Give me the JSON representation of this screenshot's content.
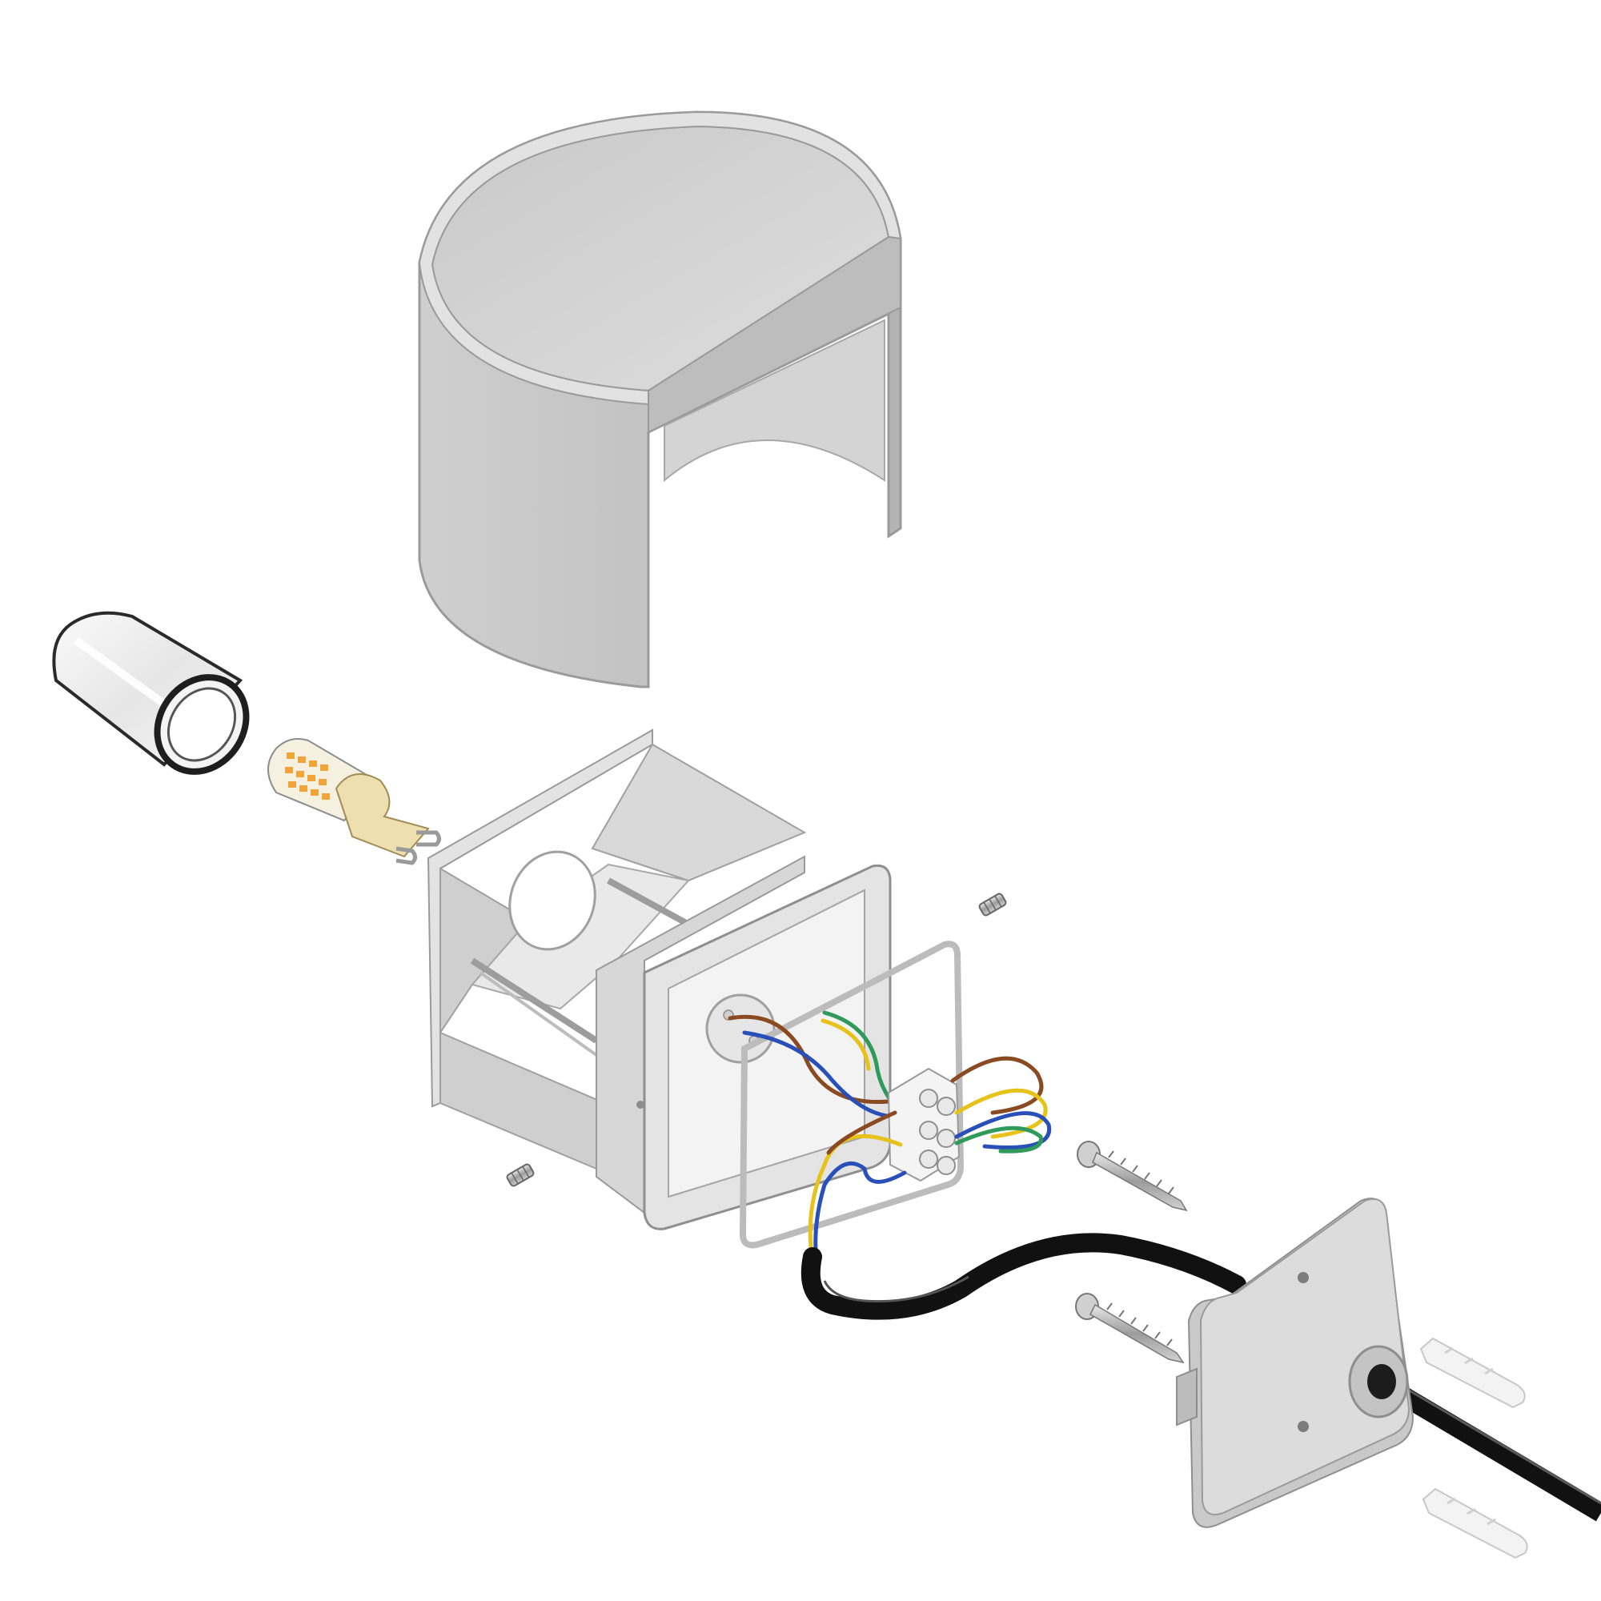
{
  "colors": {
    "background": "#ffffff",
    "housing_light": "#d6d6d6",
    "housing_mid": "#c4c4c4",
    "housing_dark": "#a9a9a9",
    "edge": "#8f8f8f",
    "cable": "#111111",
    "wire_brown": "#8a4a22",
    "wire_blue": "#2850b8",
    "wire_yellow": "#e6c21a",
    "wire_green": "#2f9a5a",
    "bulb_base": "#efe2b8",
    "led_chip": "#f0a43a",
    "metal": "#b8b8b8",
    "glass": "#f2f2f2"
  },
  "parts": [
    {
      "name": "cylindrical-shade",
      "icon": "shade-icon"
    },
    {
      "name": "glass-diffuser",
      "icon": "glass-tube-icon"
    },
    {
      "name": "g9-led-bulb",
      "icon": "bulb-icon"
    },
    {
      "name": "lamp-body",
      "icon": "housing-icon"
    },
    {
      "name": "gasket",
      "icon": "gasket-icon"
    },
    {
      "name": "terminal-block",
      "icon": "terminal-icon"
    },
    {
      "name": "grub-screws",
      "icon": "grub-screw-icon"
    },
    {
      "name": "wood-screws",
      "icon": "screw-icon"
    },
    {
      "name": "wall-plate",
      "icon": "mounting-plate-icon"
    },
    {
      "name": "wall-plugs",
      "icon": "wall-plug-icon"
    },
    {
      "name": "power-cable",
      "icon": "cable-icon"
    }
  ]
}
